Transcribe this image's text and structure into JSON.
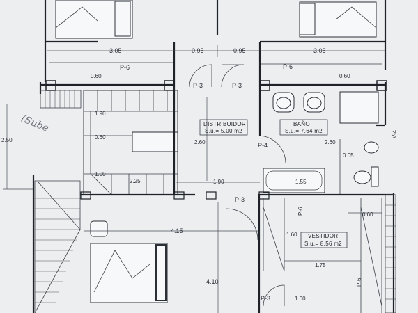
{
  "rooms": {
    "distribuidor": {
      "name": "DISTRIBUIDOR",
      "area": "S.u.= 5.00 m2"
    },
    "bano": {
      "name": "BAÑO",
      "area": "S.u.= 7.64 m2"
    },
    "vestidor": {
      "name": "VESTIDOR",
      "area": "S.u.= 8.56 m2"
    }
  },
  "dimensions": {
    "top_left_width": "3.05",
    "top_mid_left": "0.95",
    "top_mid_right": "0.95",
    "top_right_width": "3.05",
    "stair_top_small": "0.60",
    "right_top_small": "0.60",
    "stair_190": "1.90",
    "stair_060": "0.60",
    "left_height": "2.50",
    "stair_100": "1.00",
    "stair_225": "2.25",
    "dist_height": "2.60",
    "mid_190": "1.90",
    "mid_155": "1.55",
    "bath_260": "2.60",
    "bath_005": "0.05",
    "lower_width": "4.15",
    "lower_height": "4.10",
    "vest_160": "1.60",
    "vest_175": "1.75",
    "right_060": "0.60",
    "bottom_100": "1.00",
    "side_v": "V-4"
  },
  "doors": {
    "p6_left": "P-6",
    "p6_right": "P-6",
    "p3_a": "P-3",
    "p3_b": "P-3",
    "p4": "P-4",
    "p3_c": "P-3",
    "p6_vert": "P-6",
    "p6_right_vert": "P-6",
    "p3_bottom": "P-3"
  },
  "annotations": {
    "handwritten": "(Sube"
  }
}
